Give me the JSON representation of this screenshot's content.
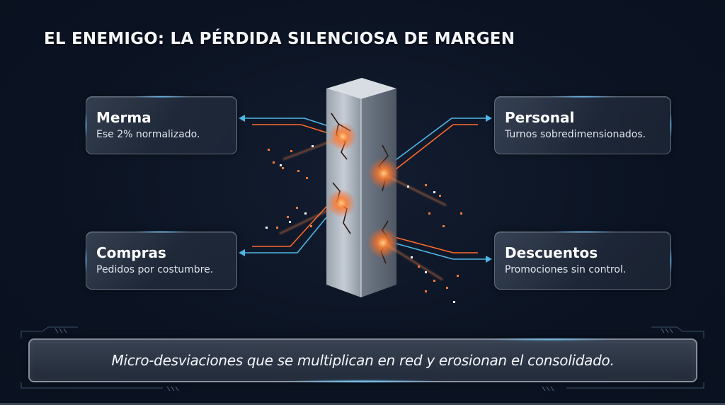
{
  "slide": {
    "title": "EL ENEMIGO: LA PÉRDIDA SILENCIOSA DE MARGEN",
    "cards": [
      {
        "id": "merma",
        "heading": "Merma",
        "description": "Ese 2% normalizado."
      },
      {
        "id": "personal",
        "heading": "Personal",
        "description": "Turnos sobredimensionados."
      },
      {
        "id": "compras",
        "heading": "Compras",
        "description": "Pedidos por costumbre."
      },
      {
        "id": "descuentos",
        "heading": "Descuentos",
        "description": "Promociones sin control."
      }
    ],
    "footer_message": "Micro-desviaciones que se multiplican en red y erosionan el consolidado.",
    "illustration": "cracked-metal-pillar-icon",
    "colors": {
      "background": "#0c1424",
      "accent_cyan": "#4fb8e8",
      "accent_orange": "#ff6a2a",
      "card_border": "#aab9cd",
      "text": "#ffffff"
    }
  }
}
